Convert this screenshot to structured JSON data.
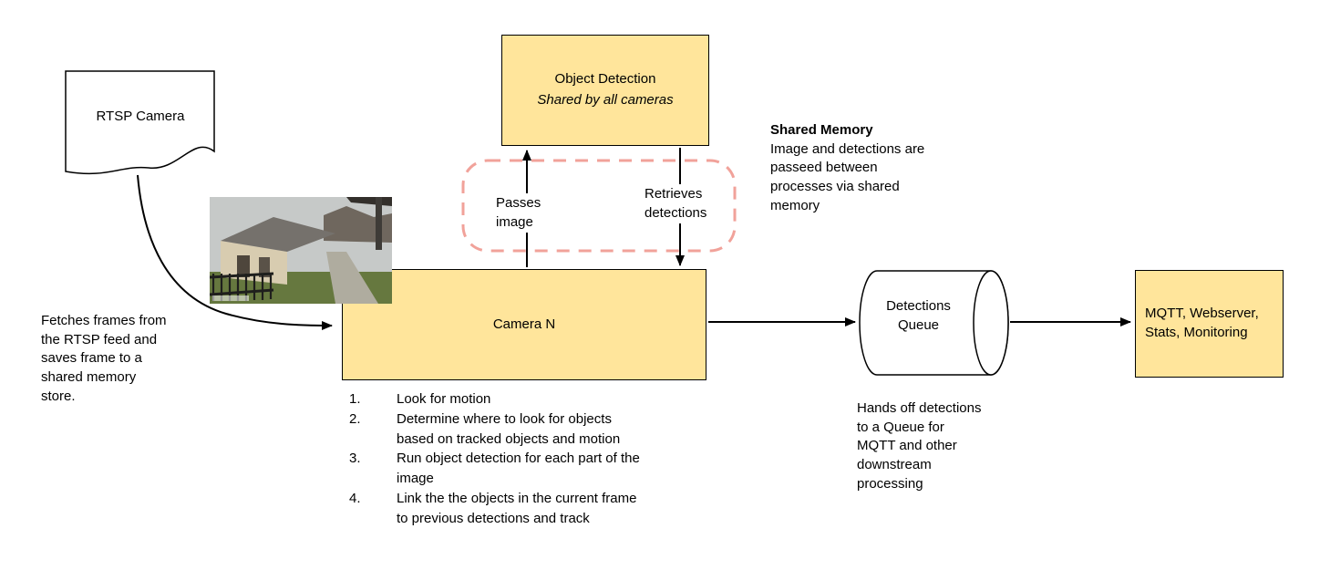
{
  "nodes": {
    "rtsp_camera": {
      "label": "RTSP Camera"
    },
    "object_detection": {
      "title": "Object Detection",
      "subtitle": "Shared by all cameras"
    },
    "camera_n": {
      "label": "Camera N"
    },
    "detections_queue": {
      "label": "Detections\nQueue"
    },
    "outputs": {
      "label": "MQTT, Webserver,\nStats, Monitoring"
    }
  },
  "labels": {
    "passes_image": "Passes\nimage",
    "retrieves_detections": "Retrieves\ndetections",
    "shared_memory_title": "Shared Memory",
    "shared_memory_body": "Image and detections are\npasseed between\nprocesses via shared\nmemory",
    "fetches_note": "Fetches frames from\nthe RTSP feed and\nsaves frame to a\nshared memory\nstore.",
    "hands_off_note": "Hands off detections\nto a Queue for\nMQTT and other\ndownstream\nprocessing"
  },
  "steps": [
    {
      "n": "1.",
      "text": "Look for motion"
    },
    {
      "n": "2.",
      "text": "Determine where to look for objects\nbased on tracked objects and motion"
    },
    {
      "n": "3.",
      "text": "Run object detection for each part of the\nimage"
    },
    {
      "n": "4.",
      "text": "Link the the objects in the current frame\nto previous detections and track"
    }
  ],
  "colors": {
    "node_fill": "#FFE59B",
    "node_border": "#000000",
    "shared_memory_dash": "#F1A29A",
    "arrow": "#000000"
  }
}
